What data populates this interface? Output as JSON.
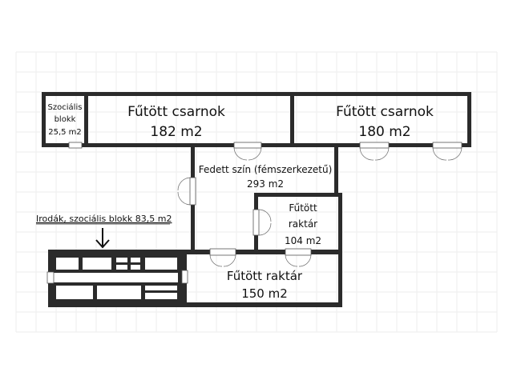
{
  "rooms": {
    "social_block": {
      "line1": "Szociális",
      "line2": "blokk",
      "line3": "25,5 m2"
    },
    "hall_left": {
      "name": "Fűtött csarnok",
      "area": "182 m2"
    },
    "hall_right": {
      "name": "Fűtött csarnok",
      "area": "180 m2"
    },
    "covered_shed": {
      "name": "Fedett szín (fémszerkezetű)",
      "area": "293 m2"
    },
    "storage_small": {
      "line1": "Fűtött",
      "line2": "raktár",
      "line3": "104 m2"
    },
    "storage_large": {
      "name": "Fűtött raktár",
      "area": "150 m2"
    }
  },
  "offices": {
    "label": "Irodák, szociális blokk 83,5 m2"
  }
}
